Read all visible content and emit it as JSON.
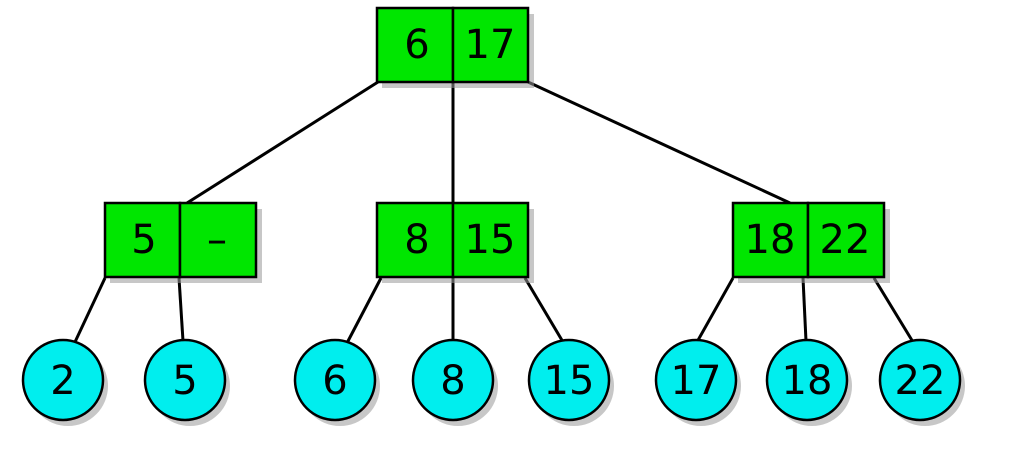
{
  "colors": {
    "internal_fill": "#00e600",
    "leaf_fill": "#00eeee",
    "stroke": "#000000",
    "shadow": "#999999"
  },
  "tree": {
    "root": {
      "keys": [
        "6",
        "17"
      ]
    },
    "internal": [
      {
        "keys": [
          "5",
          "–"
        ]
      },
      {
        "keys": [
          "8",
          "15"
        ]
      },
      {
        "keys": [
          "18",
          "22"
        ]
      }
    ],
    "leaves": [
      {
        "value": "2"
      },
      {
        "value": "5"
      },
      {
        "value": "6"
      },
      {
        "value": "8"
      },
      {
        "value": "15"
      },
      {
        "value": "17"
      },
      {
        "value": "18"
      },
      {
        "value": "22"
      }
    ]
  }
}
